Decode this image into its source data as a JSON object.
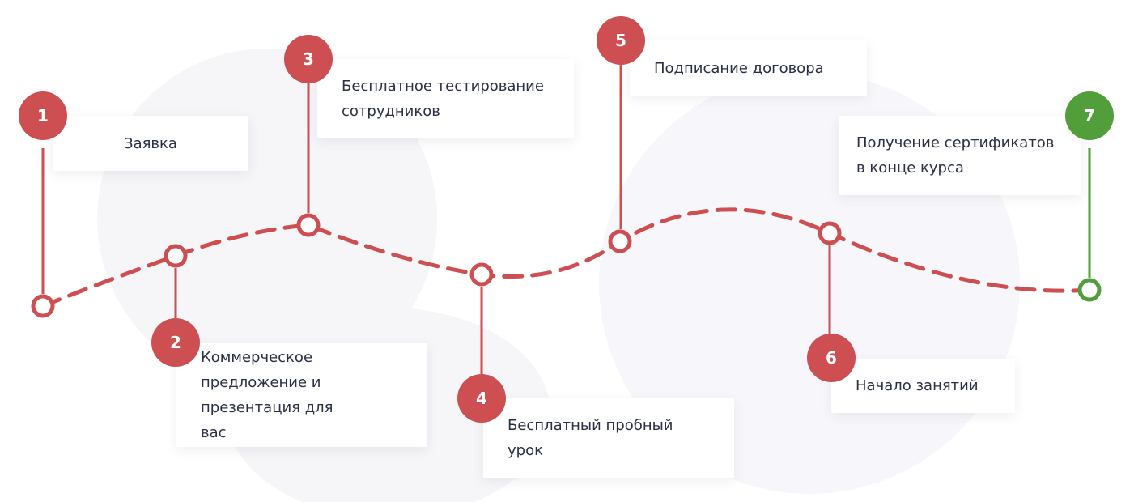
{
  "colors": {
    "accent": "#cd4f51",
    "final": "#529e3b",
    "text": "#2a2f45"
  },
  "steps": [
    {
      "number": "1",
      "label": "Заявка"
    },
    {
      "number": "2",
      "label": "Коммерческое предложение и презентация для вас"
    },
    {
      "number": "3",
      "label": "Бесплатное тестирование сотрудников"
    },
    {
      "number": "4",
      "label": "Бесплатный пробный урок"
    },
    {
      "number": "5",
      "label": "Подписание договора"
    },
    {
      "number": "6",
      "label": "Начало занятий"
    },
    {
      "number": "7",
      "label": "Получение сертификатов в конце курса"
    }
  ]
}
